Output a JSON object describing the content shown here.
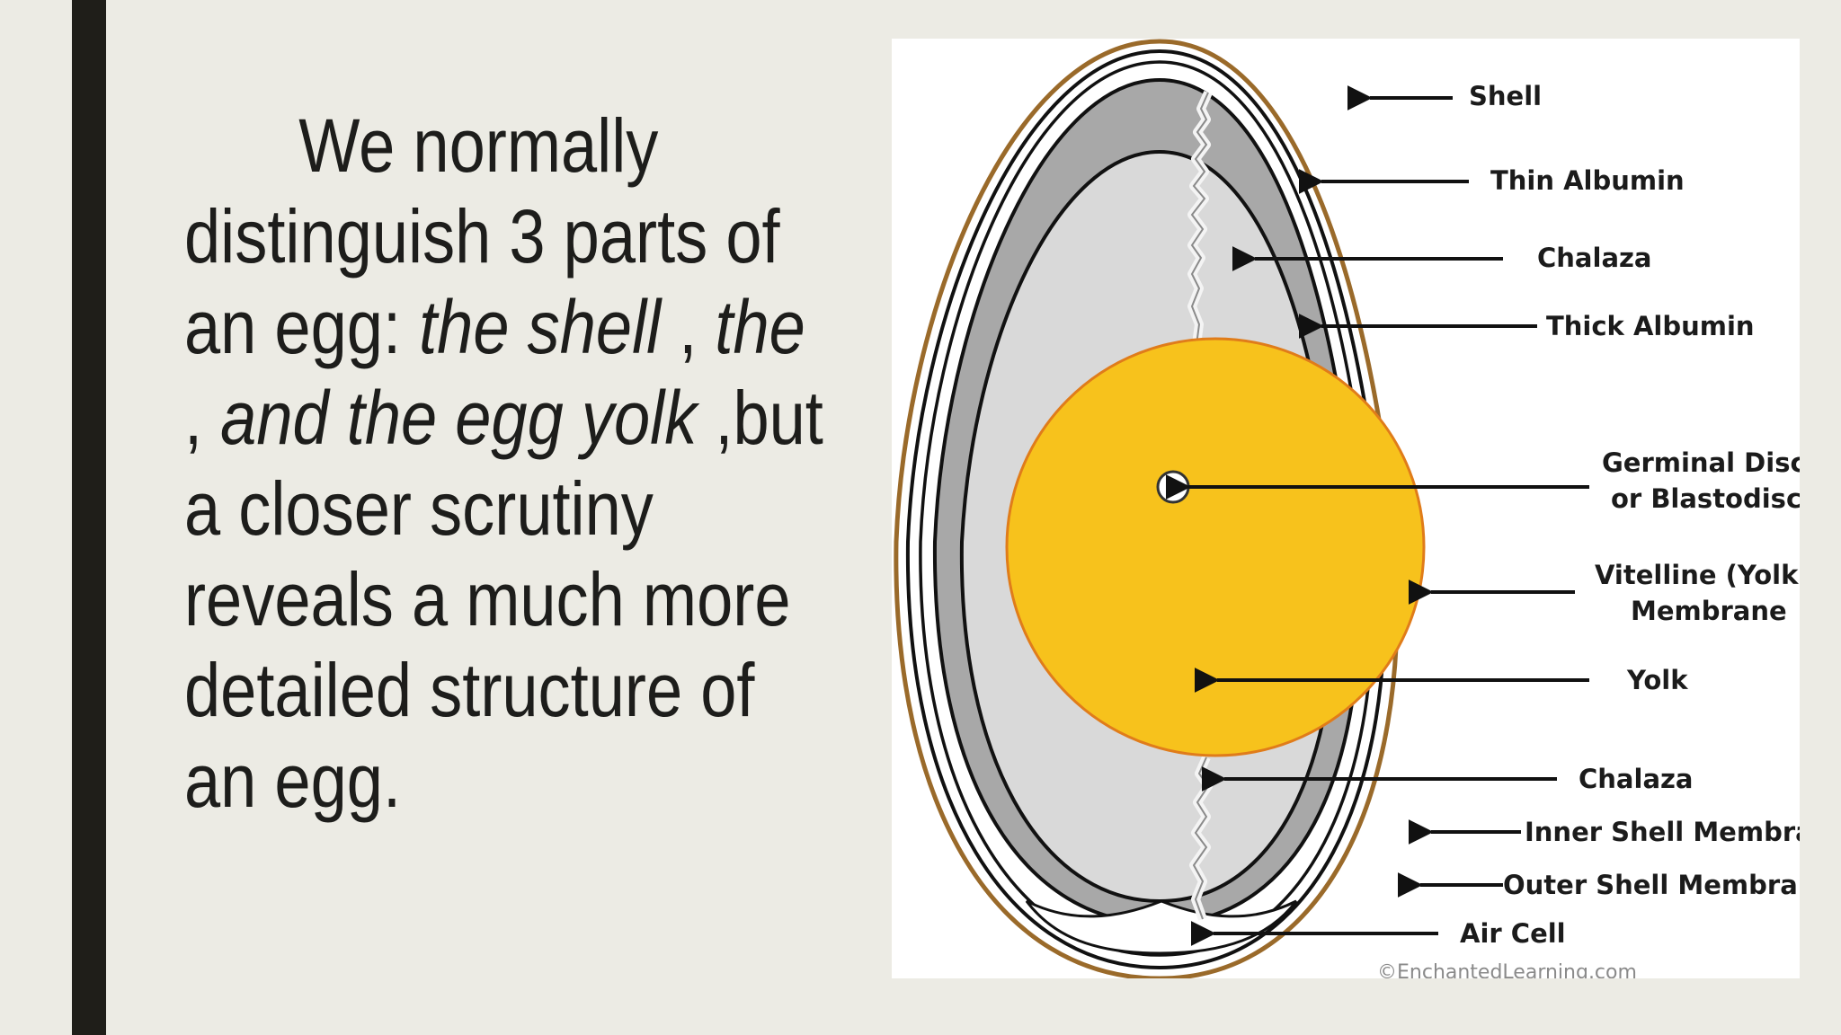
{
  "slide": {
    "lines": [
      [
        {
          "t": "We normally"
        }
      ],
      [
        {
          "t": "distinguish 3 parts of"
        }
      ],
      [
        {
          "t": "an egg: "
        },
        {
          "t": "the shell",
          "i": true
        },
        {
          "t": " , "
        },
        {
          "t": "the",
          "i": true
        }
      ],
      [
        {
          "t": ", "
        },
        {
          "t": "and the egg yolk",
          "i": true
        },
        {
          "t": " ,but"
        }
      ],
      [
        {
          "t": "a closer scrutiny"
        }
      ],
      [
        {
          "t": "reveals a much more"
        }
      ],
      [
        {
          "t": "detailed structure of"
        }
      ],
      [
        {
          "t": "an egg."
        }
      ]
    ]
  },
  "diagram": {
    "labels": {
      "shell": "Shell",
      "thin_albumin": "Thin Albumin",
      "chalaza_top": "Chalaza",
      "thick_albumin": "Thick Albumin",
      "germinal_disc_1": "Germinal Disc",
      "germinal_disc_2": "or Blastodisc",
      "vitelline_1": "Vitelline (Yolk)",
      "vitelline_2": "Membrane",
      "yolk": "Yolk",
      "chalaza_bottom": "Chalaza",
      "inner_shell_membrane": "Inner Shell Membrane",
      "outer_shell_membrane": "Outer Shell Membrane",
      "air_cell": "Air Cell"
    },
    "credit": "©EnchantedLearning.com",
    "colors": {
      "shell": "#9a6a2a",
      "thin_albumin": "#a9a9a9",
      "thick_albumin": "#d8d8d8",
      "yolk": "#f7c21c",
      "yolk_edge": "#e07c1a"
    }
  }
}
